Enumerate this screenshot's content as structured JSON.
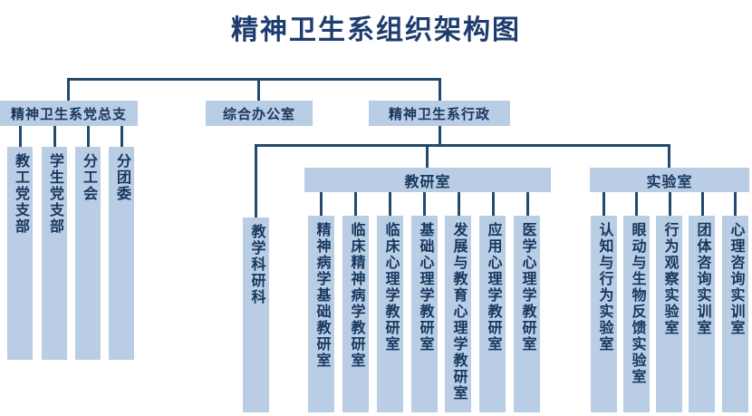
{
  "title": "精神卫生系组织架构图",
  "colors": {
    "box_fill": "#b9cde5",
    "box_text": "#17375e",
    "line": "#234a6d",
    "title_text": "#1e3c6e",
    "background": "#ffffff"
  },
  "nodes": {
    "party": "精神卫生系党总支",
    "office": "综合办公室",
    "admin": "精神卫生系行政",
    "party_children": [
      "教工党支部",
      "学生党支部",
      "分工会",
      "分团委"
    ],
    "teaching_section": "教学科研科",
    "teaching_group": "教研室",
    "teaching_group_children": [
      "精神病学基础教研室",
      "临床精神病学教研室",
      "临床心理学教研室",
      "基础心理学教研室",
      "发展与教育心理学教研室",
      "应用心理学教研室",
      "医学心理学教研室"
    ],
    "lab_group": "实验室",
    "lab_group_children": [
      "认知与行为实验室",
      "眼动与生物反馈实验室",
      "行为观察实验室",
      "团体咨询实训室",
      "心理咨询实训室"
    ]
  }
}
